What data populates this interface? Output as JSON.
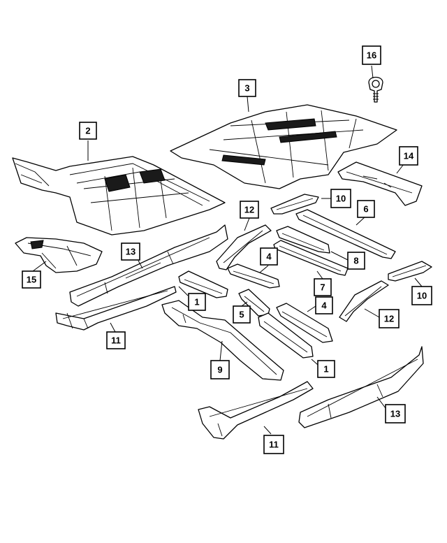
{
  "callouts": {
    "c1a": "1",
    "c1b": "1",
    "c2": "2",
    "c3": "3",
    "c4a": "4",
    "c4b": "4",
    "c5": "5",
    "c6": "6",
    "c7": "7",
    "c8": "8",
    "c9": "9",
    "c10a": "10",
    "c10b": "10",
    "c11a": "11",
    "c11b": "11",
    "c12a": "12",
    "c12b": "12",
    "c13a": "13",
    "c13b": "13",
    "c14": "14",
    "c15": "15",
    "c16": "16"
  }
}
